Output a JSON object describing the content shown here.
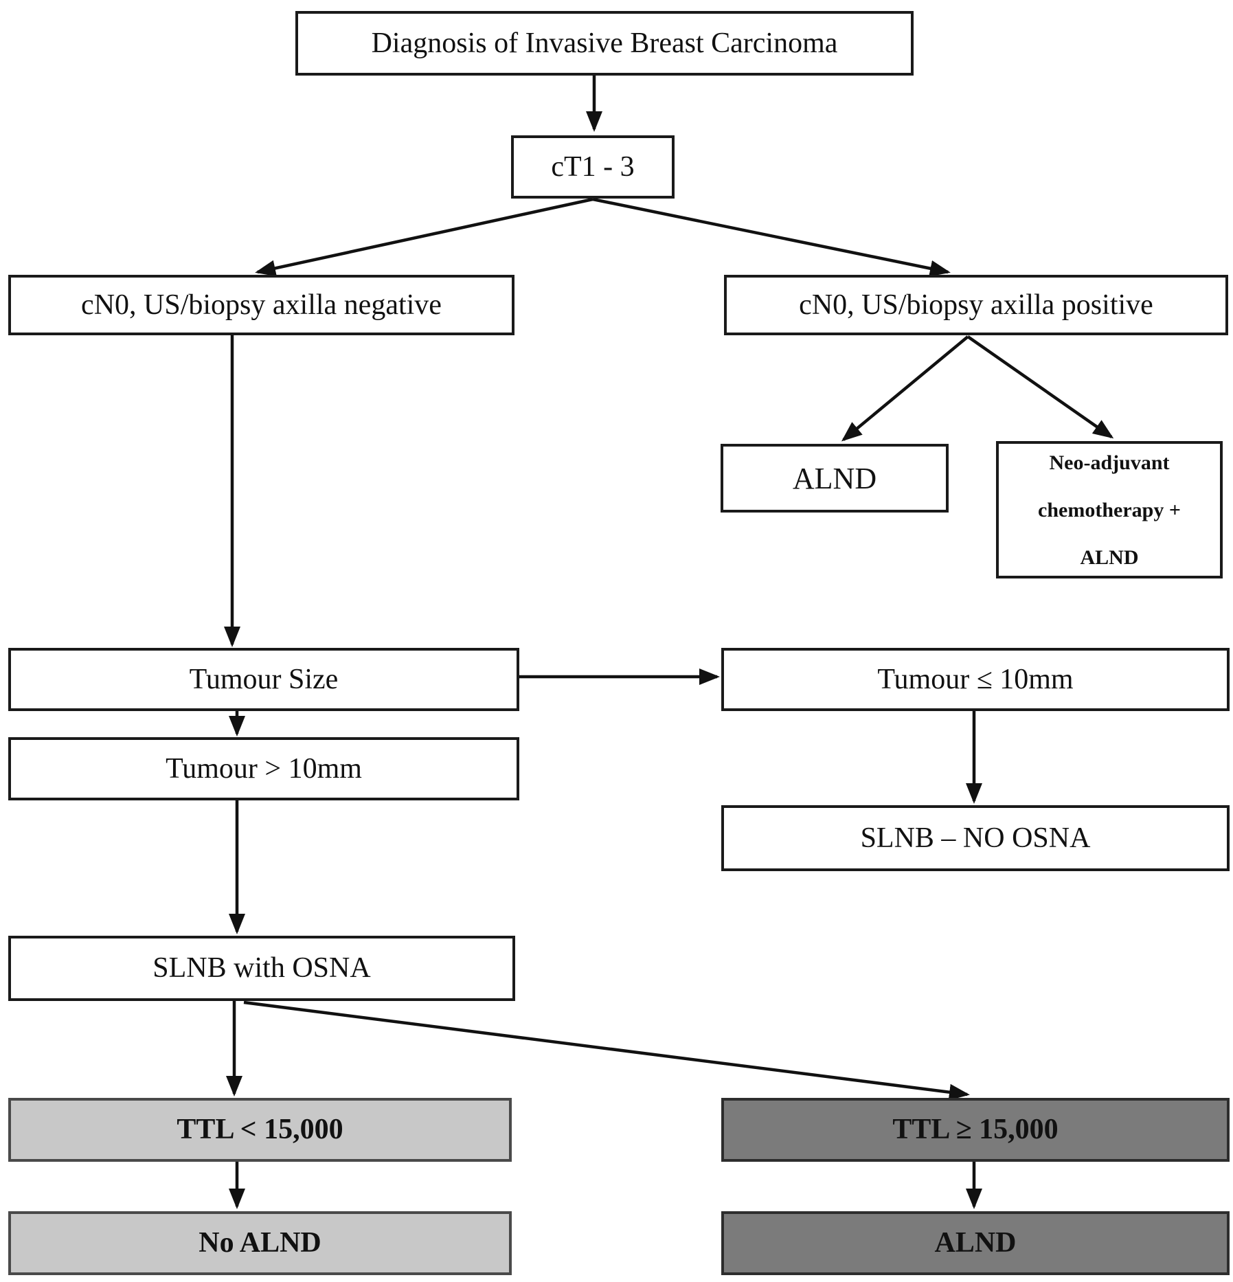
{
  "diagram": {
    "nodes": {
      "diagnosis": {
        "label": "Diagnosis of Invasive Breast Carcinoma"
      },
      "ct13": {
        "label": "cT1 - 3"
      },
      "axilla_negative": {
        "label": "cN0, US/biopsy axilla negative"
      },
      "axilla_positive": {
        "label": "cN0, US/biopsy axilla positive"
      },
      "alnd_upper": {
        "label": "ALND"
      },
      "neoadjuvant": {
        "label": "Neo-adjuvant chemotherapy + ALND"
      },
      "tumour_size": {
        "label": "Tumour Size"
      },
      "tumour_le_10mm": {
        "label": "Tumour ≤ 10mm"
      },
      "tumour_gt_10mm": {
        "label": "Tumour > 10mm"
      },
      "slnb_no_osna": {
        "label": "SLNB – NO OSNA"
      },
      "slnb_with_osna": {
        "label": "SLNB with OSNA"
      },
      "ttl_lt_15000": {
        "label": "TTL < 15,000"
      },
      "ttl_ge_15000": {
        "label": "TTL ≥ 15,000"
      },
      "no_alnd": {
        "label": "No ALND"
      },
      "alnd_final": {
        "label": "ALND"
      }
    },
    "edges": [
      {
        "from": "diagnosis",
        "to": "ct13"
      },
      {
        "from": "ct13",
        "to": "axilla_negative"
      },
      {
        "from": "ct13",
        "to": "axilla_positive"
      },
      {
        "from": "axilla_positive",
        "to": "alnd_upper"
      },
      {
        "from": "axilla_positive",
        "to": "neoadjuvant"
      },
      {
        "from": "axilla_negative",
        "to": "tumour_size"
      },
      {
        "from": "tumour_size",
        "to": "tumour_le_10mm"
      },
      {
        "from": "tumour_size",
        "to": "tumour_gt_10mm"
      },
      {
        "from": "tumour_le_10mm",
        "to": "slnb_no_osna"
      },
      {
        "from": "tumour_gt_10mm",
        "to": "slnb_with_osna"
      },
      {
        "from": "slnb_with_osna",
        "to": "ttl_lt_15000"
      },
      {
        "from": "slnb_with_osna",
        "to": "ttl_ge_15000"
      },
      {
        "from": "ttl_lt_15000",
        "to": "no_alnd"
      },
      {
        "from": "ttl_ge_15000",
        "to": "alnd_final"
      }
    ]
  },
  "colors": {
    "box_fill": "#ffffff",
    "light_gray": "#c8c8c8",
    "dark_gray": "#7b7b7b",
    "border": "#1a1a1a",
    "line": "#111111"
  }
}
